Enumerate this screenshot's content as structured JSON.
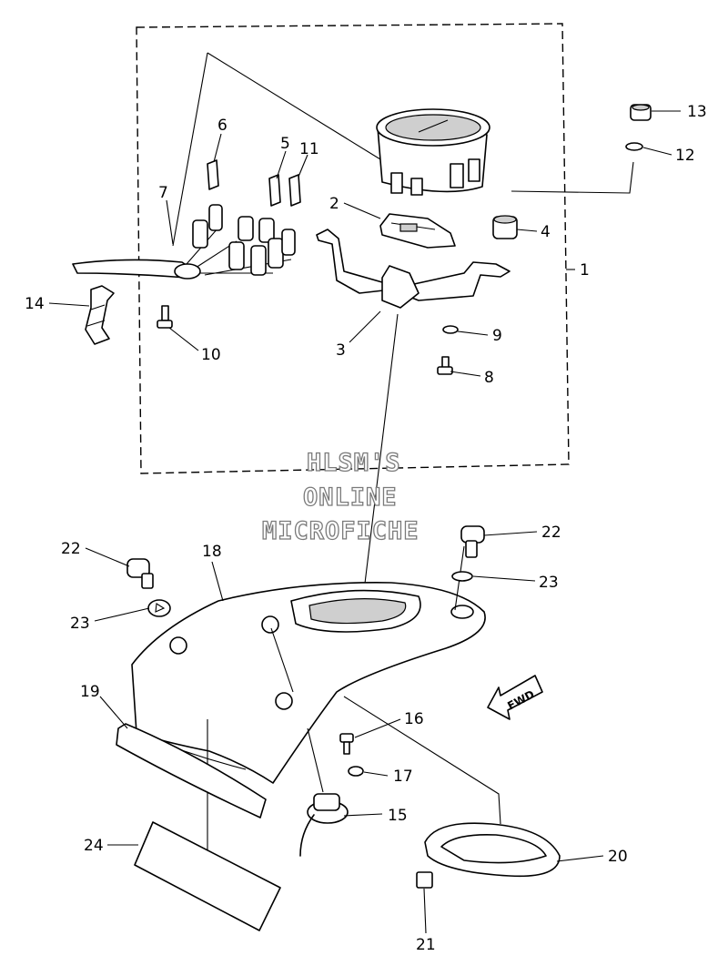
{
  "watermark": {
    "line1": "HLSM'S",
    "line2": "ONLINE",
    "line3": "MICROFICHE"
  },
  "direction_label": "FWD",
  "callouts": [
    "1",
    "2",
    "3",
    "4",
    "5",
    "6",
    "7",
    "8",
    "9",
    "10",
    "11",
    "12",
    "13",
    "14",
    "15",
    "16",
    "17",
    "18",
    "19",
    "20",
    "21",
    "22",
    "22",
    "23",
    "23",
    "24"
  ]
}
